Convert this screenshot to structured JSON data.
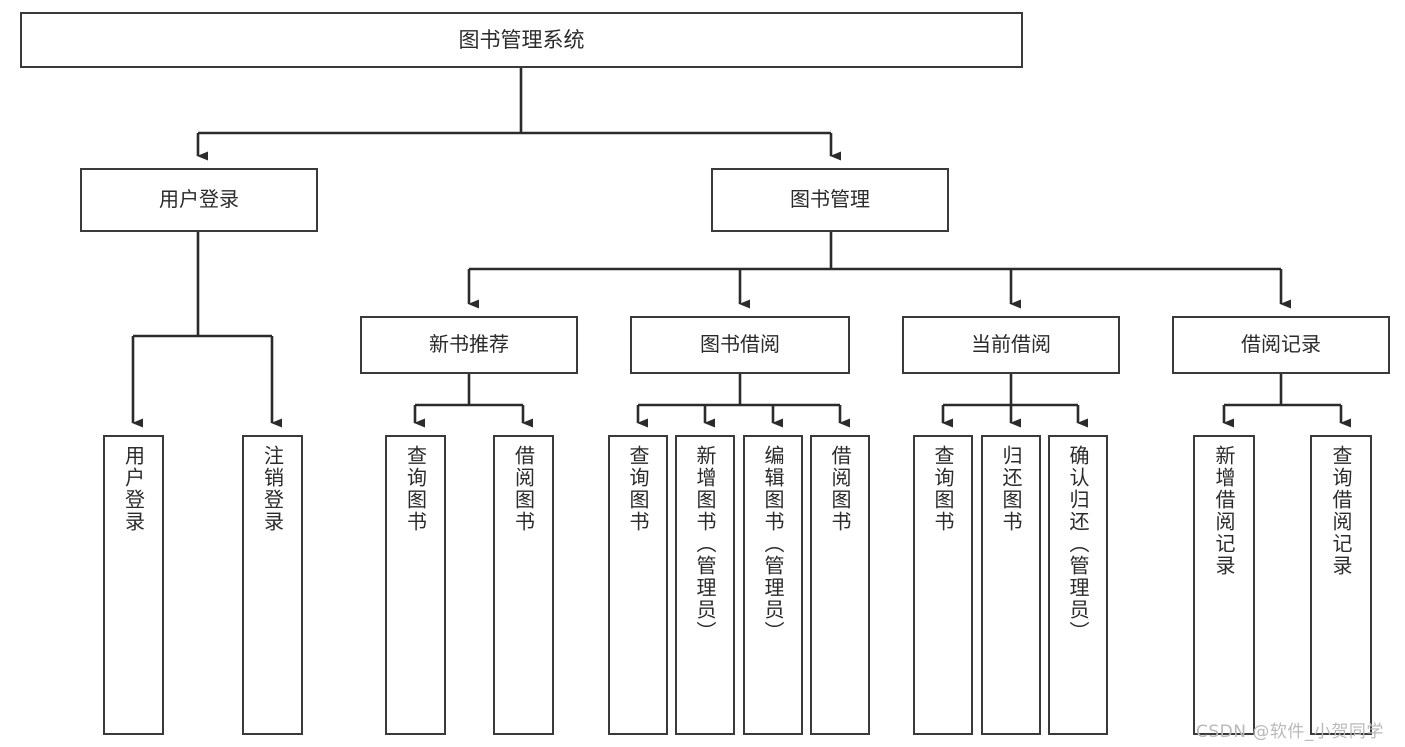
{
  "diagram": {
    "title": "图书管理系统",
    "type": "tree-hierarchy-chart",
    "watermark": "CSDN @软件_小贺同学",
    "colors": {
      "border": "#3a3a3a",
      "text": "#2b2b2b",
      "background": "#ffffff",
      "connector": "#2b2b2b",
      "watermark": "#b9b9b9"
    }
  },
  "nodes": {
    "root": {
      "label": "图书管理系统"
    },
    "level2": [
      {
        "label": "用户登录"
      },
      {
        "label": "图书管理"
      }
    ],
    "level3": [
      {
        "label": "新书推荐"
      },
      {
        "label": "图书借阅"
      },
      {
        "label": "当前借阅"
      },
      {
        "label": "借阅记录"
      }
    ],
    "leaves": {
      "user_login": [
        {
          "label": "用户登录"
        },
        {
          "label": "注销登录"
        }
      ],
      "new_book": [
        {
          "label": "查询图书"
        },
        {
          "label": "借阅图书"
        }
      ],
      "book_borrow": [
        {
          "label": "查询图书"
        },
        {
          "label": "新增图书（管理员）"
        },
        {
          "label": "编辑图书（管理员）"
        },
        {
          "label": "借阅图书"
        }
      ],
      "current_borrow": [
        {
          "label": "查询图书"
        },
        {
          "label": "归还图书"
        },
        {
          "label": "确认归还（管理员）"
        }
      ],
      "borrow_record": [
        {
          "label": "新增借阅记录"
        },
        {
          "label": "查询借阅记录"
        }
      ]
    }
  },
  "chart_data": {
    "type": "tree",
    "title": "图书管理系统",
    "root": "图书管理系统",
    "edges": [
      {
        "from": "图书管理系统",
        "to": "用户登录"
      },
      {
        "from": "图书管理系统",
        "to": "图书管理"
      },
      {
        "from": "用户登录",
        "to": "用户登录"
      },
      {
        "from": "用户登录",
        "to": "注销登录"
      },
      {
        "from": "图书管理",
        "to": "新书推荐"
      },
      {
        "from": "图书管理",
        "to": "图书借阅"
      },
      {
        "from": "图书管理",
        "to": "当前借阅"
      },
      {
        "from": "图书管理",
        "to": "借阅记录"
      },
      {
        "from": "新书推荐",
        "to": "查询图书"
      },
      {
        "from": "新书推荐",
        "to": "借阅图书"
      },
      {
        "from": "图书借阅",
        "to": "查询图书"
      },
      {
        "from": "图书借阅",
        "to": "新增图书（管理员）"
      },
      {
        "from": "图书借阅",
        "to": "编辑图书（管理员）"
      },
      {
        "from": "图书借阅",
        "to": "借阅图书"
      },
      {
        "from": "当前借阅",
        "to": "查询图书"
      },
      {
        "from": "当前借阅",
        "to": "归还图书"
      },
      {
        "from": "当前借阅",
        "to": "确认归还（管理员）"
      },
      {
        "from": "借阅记录",
        "to": "新增借阅记录"
      },
      {
        "from": "借阅记录",
        "to": "查询借阅记录"
      }
    ]
  }
}
